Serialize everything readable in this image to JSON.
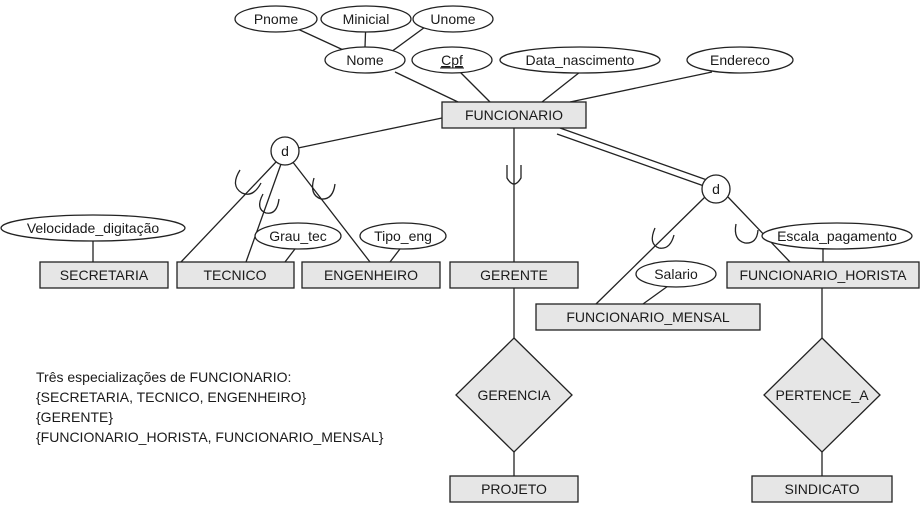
{
  "entities": {
    "funcionario": "FUNCIONARIO",
    "secretaria": "SECRETARIA",
    "tecnico": "TECNICO",
    "engenheiro": "ENGENHEIRO",
    "gerente": "GERENTE",
    "funcionario_mensal": "FUNCIONARIO_MENSAL",
    "funcionario_horista": "FUNCIONARIO_HORISTA",
    "projeto": "PROJETO",
    "sindicato": "SINDICATO"
  },
  "attributes": {
    "pnome": "Pnome",
    "minicial": "Minicial",
    "unome": "Unome",
    "nome": "Nome",
    "cpf": "Cpf",
    "data_nascimento": "Data_nascimento",
    "endereco": "Endereco",
    "velocidade_digitacao": "Velocidade_digitação",
    "grau_tec": "Grau_tec",
    "tipo_eng": "Tipo_eng",
    "salario": "Salario",
    "escala_pagamento": "Escala_pagamento"
  },
  "relationships": {
    "gerencia": "GERENCIA",
    "pertence_a": "PERTENCE_A"
  },
  "specialization_symbol": "d",
  "note": [
    "Três especializações de FUNCIONARIO:",
    "{SECRETARIA, TECNICO, ENGENHEIRO}",
    "{GERENTE}",
    "{FUNCIONARIO_HORISTA, FUNCIONARIO_MENSAL}"
  ]
}
